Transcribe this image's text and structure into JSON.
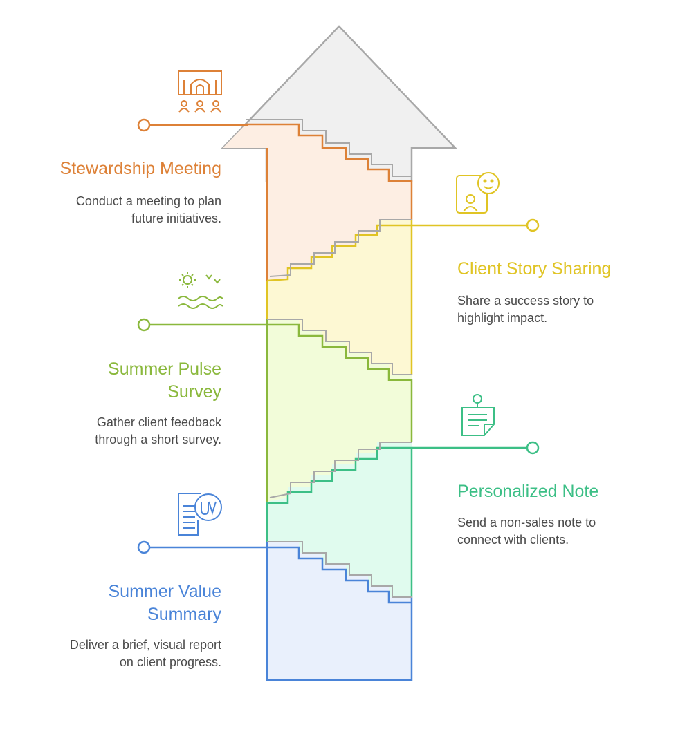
{
  "stages": [
    {
      "title": "Summer Value Summary",
      "title_lines": [
        "Summer Value",
        "Summary"
      ],
      "description_lines": [
        "Deliver a brief, visual report",
        "on client progress."
      ],
      "color": "#4a84d8",
      "fill": "#e9f0fc",
      "icon": "report-icon"
    },
    {
      "title": "Personalized Note",
      "title_lines": [
        "Personalized Note"
      ],
      "description_lines": [
        "Send a non-sales note to",
        "connect with clients."
      ],
      "color": "#3cbf86",
      "fill": "#e0fbee",
      "icon": "note-icon"
    },
    {
      "title": "Summer Pulse Survey",
      "title_lines": [
        "Summer Pulse",
        "Survey"
      ],
      "description_lines": [
        "Gather client feedback",
        "through a short survey."
      ],
      "color": "#8ab83c",
      "fill": "#f2fcd9",
      "icon": "summer-icon"
    },
    {
      "title": "Client Story Sharing",
      "title_lines": [
        "Client Story Sharing"
      ],
      "description_lines": [
        "Share a success story to",
        "highlight impact."
      ],
      "color": "#e0c424",
      "fill": "#fdf8d3",
      "icon": "story-icon"
    },
    {
      "title": "Stewardship Meeting",
      "title_lines": [
        "Stewardship Meeting"
      ],
      "description_lines": [
        "Conduct a meeting to plan",
        "future initiatives."
      ],
      "color": "#dd8137",
      "fill": "#fdeee3",
      "icon": "meeting-icon"
    }
  ],
  "arrowhead_fill": "#f0f0f0",
  "arrowhead_stroke": "#a8a8a8"
}
